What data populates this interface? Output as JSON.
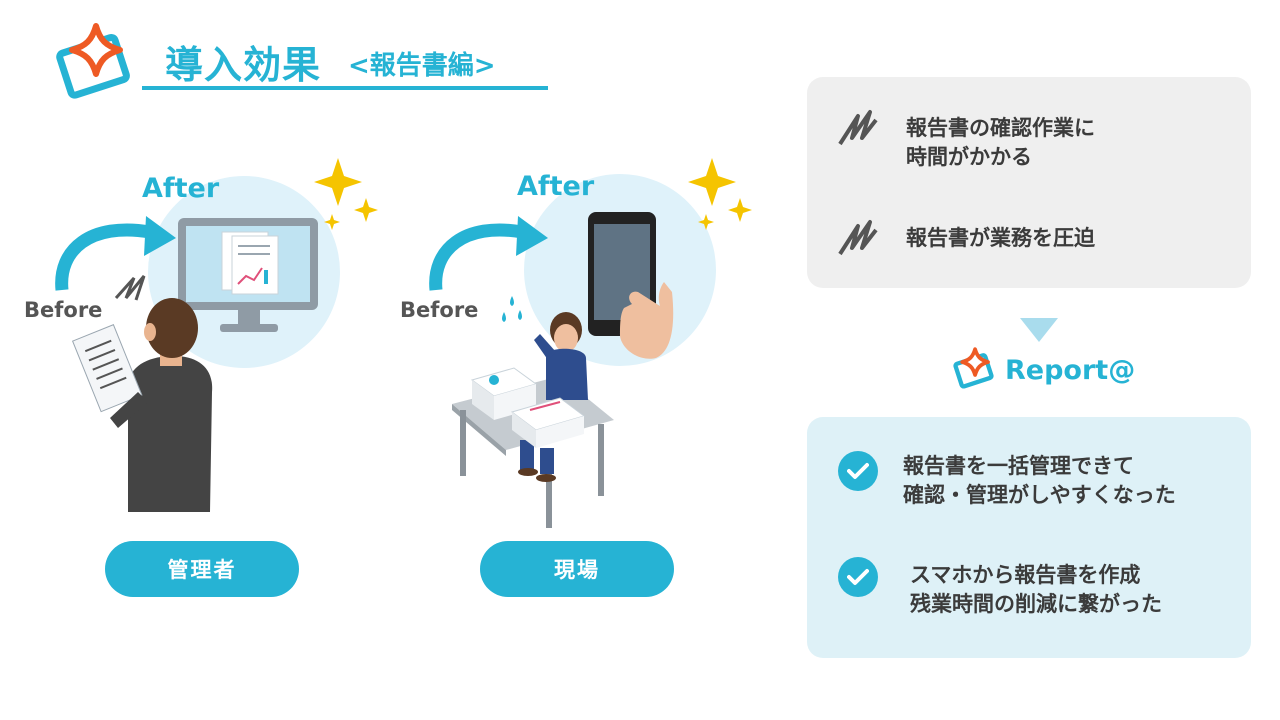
{
  "header": {
    "title": "導入効果",
    "subtitle": "<報告書編>"
  },
  "scenes": [
    {
      "after": "After",
      "before": "Before",
      "role": "管理者"
    },
    {
      "after": "After",
      "before": "Before",
      "role": "現場"
    }
  ],
  "problems": [
    {
      "icon": "stress-scribble-icon",
      "lines": [
        "報告書の確認作業に",
        "時間がかかる"
      ]
    },
    {
      "icon": "stress-scribble-icon",
      "lines": [
        "報告書が業務を圧迫"
      ]
    }
  ],
  "product": {
    "name": "Report@"
  },
  "benefits": [
    {
      "icon": "check-circle-icon",
      "lines": [
        "報告書を一括管理できて",
        "確認・管理がしやすくなった"
      ]
    },
    {
      "icon": "check-circle-icon",
      "lines": [
        "スマホから報告書を作成",
        "残業時間の削減に繋がった"
      ]
    }
  ],
  "colors": {
    "accent": "#26b3d4",
    "logo_orange": "#ee5a24",
    "problem_bg": "#efefef",
    "solution_bg": "#def1f7",
    "sparkle": "#f5c400"
  }
}
